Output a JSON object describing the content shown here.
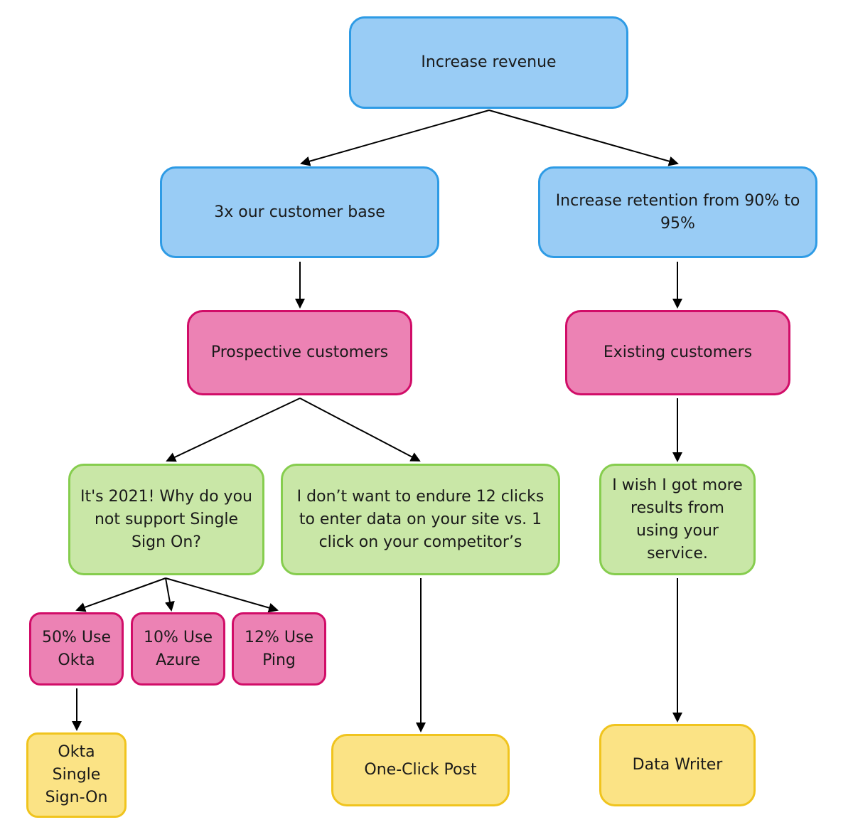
{
  "nodes": {
    "increase_revenue": "Increase revenue",
    "customer_base": "3x our customer base",
    "retention": "Increase retention from 90% to 95%",
    "prospective": "Prospective customers",
    "existing": "Existing customers",
    "sso_question": "It's 2021! Why do you not support Single Sign On?",
    "clicks_complaint": "I don’t want to endure 12 clicks to enter data on your site vs. 1 click on your  competitor’s",
    "more_results": "I wish I got more results from using your service.",
    "okta_use": "50% Use Okta",
    "azure_use": "10% Use Azure",
    "ping_use": "12% Use Ping",
    "okta_sso": "Okta Single Sign-On",
    "one_click_post": "One-Click Post",
    "data_writer": "Data Writer"
  },
  "colors": {
    "blue_fill": "#99ccf5",
    "blue_border": "#2e9be5",
    "pink_fill": "#ec82b4",
    "pink_border": "#d10d68",
    "green_fill": "#c9e7a7",
    "green_border": "#86cd4e",
    "yellow_fill": "#fbe385",
    "yellow_border": "#f0c41e",
    "arrow": "#000000"
  }
}
